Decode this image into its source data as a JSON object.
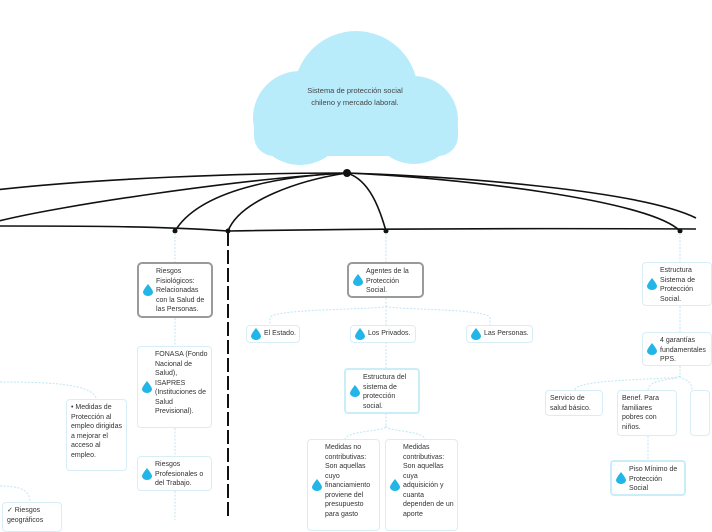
{
  "root": {
    "label": "Sistema de protección social chileno y mercado laboral."
  },
  "icon": "water-drop-icon",
  "colors": {
    "cloud": "#b9ecfb",
    "trunk": "#111111",
    "branch": "#bfe6f3",
    "drop": "#22b6e8",
    "main_border": "#9a9a9a"
  },
  "nodes": {
    "riesgos_fisio": "Riesgos Fisiológicos: Relacionadas con la Salud de las Personas.",
    "fonasa": "FONASA (Fondo Nacional de Salud), ISAPRES (Instituciones de Salud Previsional).",
    "riesgos_prof": "Riesgos Profesionales o del Trabajo.",
    "medidas_empleo": "• Medidas de Protección al empleo dirigidas a mejorar el acceso al empleo.",
    "riesgos_geo": "✓ Riesgos geográficos",
    "agentes": "Agentes de la Protección Social.",
    "estado": "El Estado.",
    "privados": "Los Privados.",
    "personas": "Las Personas.",
    "estructura_sistema": "Estructura del sistema de protección social.",
    "no_contrib": "Medidas no contributivas: Son aquellas cuyo financiamiento proviene del presupuesto para gasto",
    "contrib": "Medidas contributivas: Son aquellas cuya adquisición y cuanta dependen de un aporte",
    "estructura_pps": "Estructura Sistema de Protección Social.",
    "garantias": "4 garantías fundamentales PPS.",
    "servicio": "Servicio de salud básico.",
    "benef": "Benef. Para familiares pobres con niños.",
    "piso": "Piso Mínimo de Protección Social"
  }
}
